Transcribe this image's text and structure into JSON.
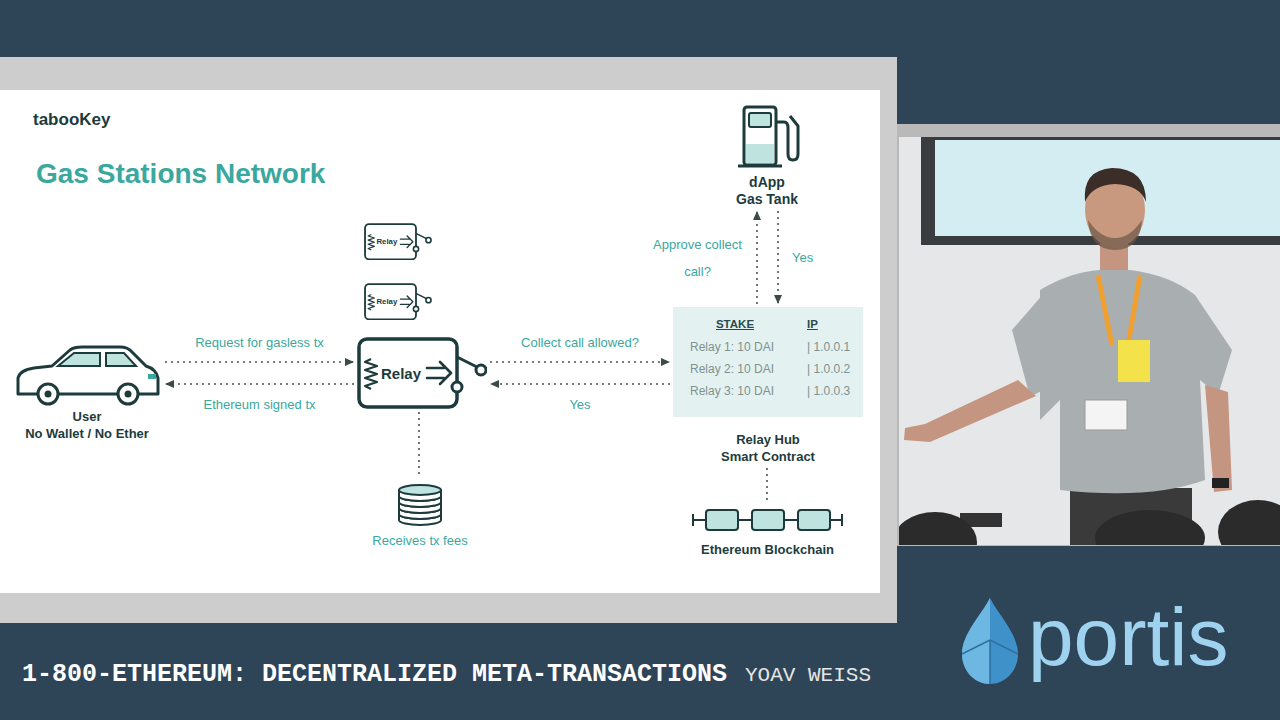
{
  "diagram": {
    "title": "Gas Stations Network",
    "nodes": [
      {
        "text": [
          "User",
          "No Wallet / No Ether"
        ]
      },
      {
        "text": [
          "Relay"
        ]
      },
      {
        "text": [
          "Relay"
        ]
      },
      {
        "text": [
          "Relay"
        ]
      },
      {
        "text": [
          "Receives tx fees"
        ]
      },
      {
        "text": [
          "dApp Gas Tank"
        ]
      },
      {
        "text": [
          "STAKE",
          "IP",
          "Relay 1: 10 DAI",
          "| 1.0.0.1",
          "Relay 2: 10 DAI",
          "| 1.0.0.2",
          "Relay 3: 10 DAI",
          "| 1.0.0.3",
          "Relay Hub Smart Contract"
        ]
      },
      {
        "text": [
          "Ethereum Blockchain"
        ]
      }
    ],
    "edges": [
      {
        "from": 0,
        "to": 3,
        "label": "Request for gasless tx",
        "arrow": "to"
      },
      {
        "from": 3,
        "to": 0,
        "label": "Ethereum signed tx",
        "arrow": "to"
      },
      {
        "from": 3,
        "to": 6,
        "label": "Collect call allowed?",
        "arrow": "to"
      },
      {
        "from": 6,
        "to": 3,
        "label": "Yes",
        "arrow": "to"
      },
      {
        "from": 6,
        "to": 5,
        "label": "Approve collect call?",
        "arrow": "to"
      },
      {
        "from": 5,
        "to": 6,
        "label": "Yes",
        "arrow": "to"
      },
      {
        "from": 3,
        "to": 4,
        "arrow": "none"
      },
      {
        "from": 6,
        "to": 7,
        "arrow": "none"
      }
    ],
    "labels": [
      "tabooKey",
      "1-800-ETHEREUM: DECENTRALIZED META-TRANSACTIONS",
      "YOAV WEISS",
      "portis"
    ]
  }
}
